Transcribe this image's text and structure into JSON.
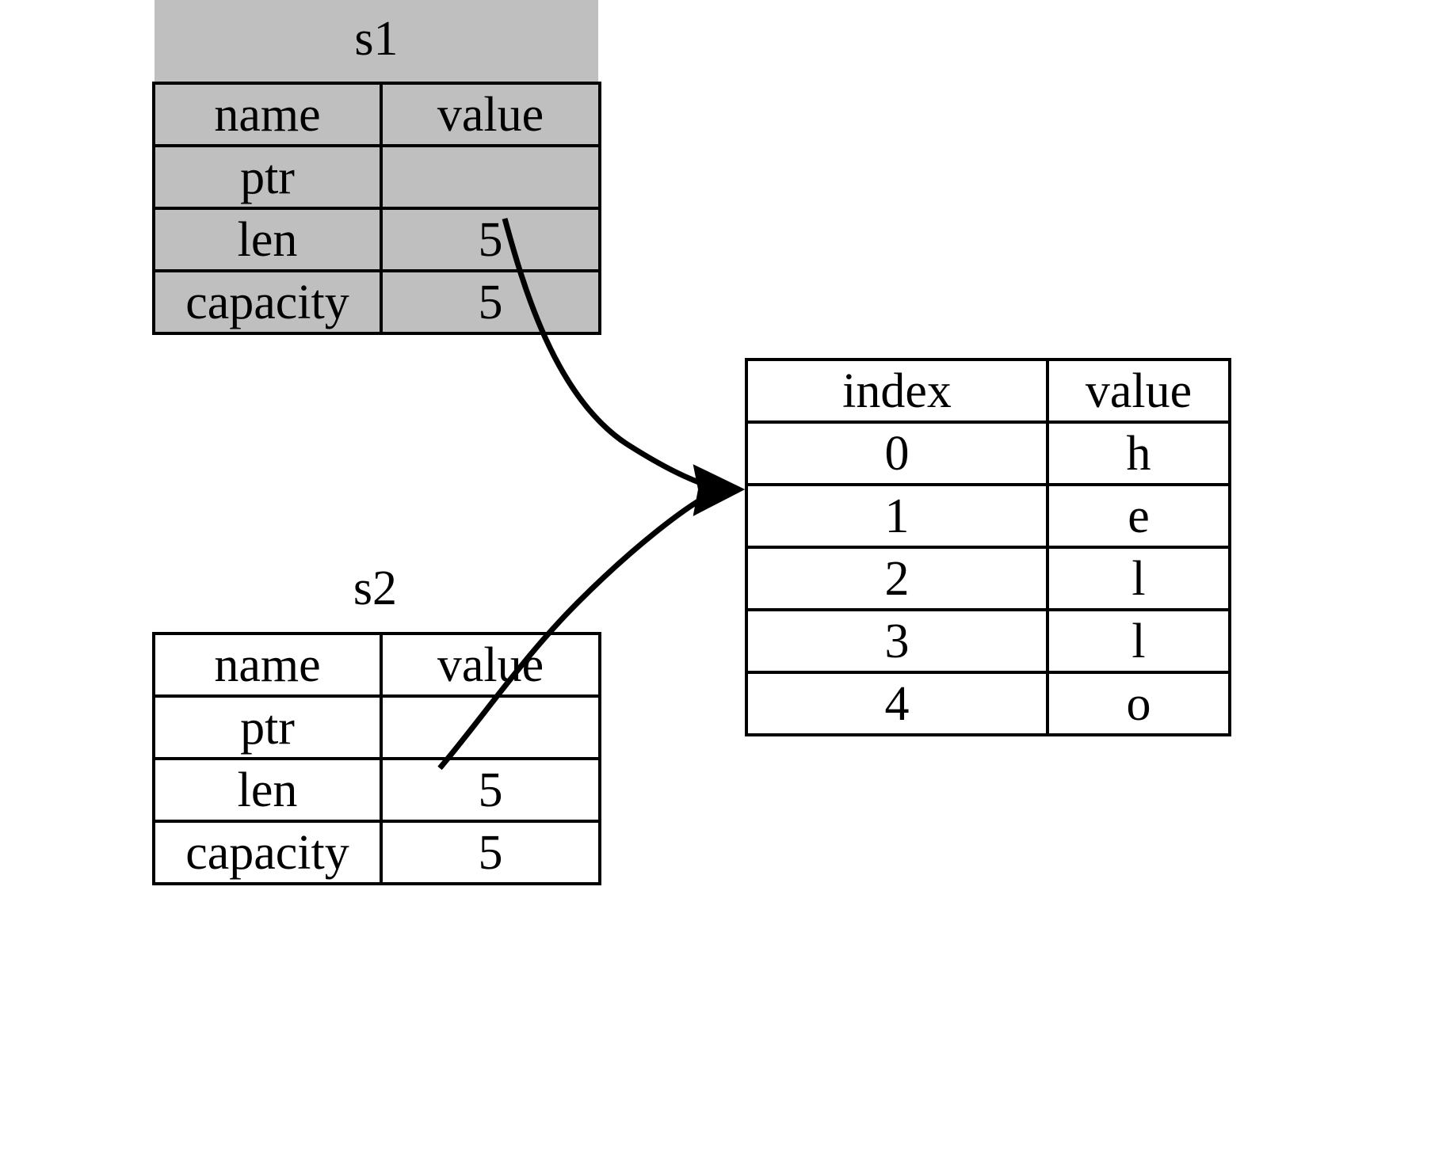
{
  "diagram": {
    "title_s1": "s1",
    "title_s2": "s2",
    "columns": {
      "name": "name",
      "value": "value",
      "index": "index"
    },
    "s1": {
      "label": "s1",
      "header": [
        "name",
        "value"
      ],
      "rows": [
        {
          "name": "ptr",
          "value": ""
        },
        {
          "name": "len",
          "value": "5"
        },
        {
          "name": "capacity",
          "value": "5"
        }
      ],
      "shaded": true,
      "shade_color": "#bfbfbf"
    },
    "s2": {
      "label": "s2",
      "header": [
        "name",
        "value"
      ],
      "rows": [
        {
          "name": "ptr",
          "value": ""
        },
        {
          "name": "len",
          "value": "5"
        },
        {
          "name": "capacity",
          "value": "5"
        }
      ],
      "shaded": false
    },
    "heap": {
      "header": [
        "index",
        "value"
      ],
      "rows": [
        {
          "index": "0",
          "value": "h"
        },
        {
          "index": "1",
          "value": "e"
        },
        {
          "index": "2",
          "value": "l"
        },
        {
          "index": "3",
          "value": "l"
        },
        {
          "index": "4",
          "value": "o"
        }
      ]
    },
    "edges": [
      {
        "from": "s1.ptr",
        "to": "heap.0",
        "arrow": "filled-triangle"
      },
      {
        "from": "s2.ptr",
        "to": "heap.0",
        "arrow": "filled-triangle"
      }
    ],
    "colors": {
      "stroke": "#000000",
      "background": "#ffffff",
      "shade": "#bfbfbf"
    }
  }
}
